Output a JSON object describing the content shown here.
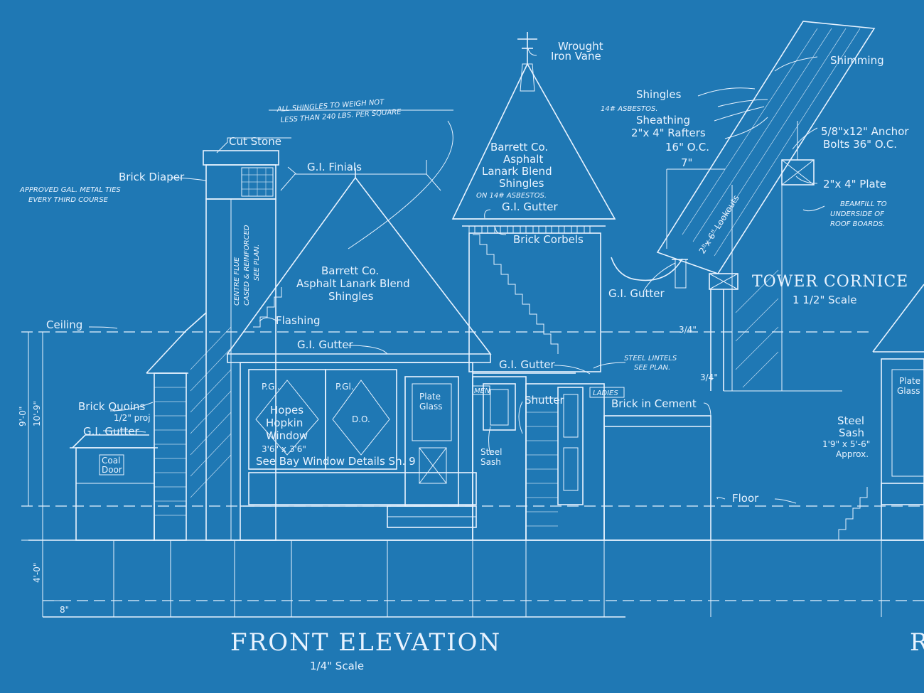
{
  "drawing": {
    "background_color": "#1f78b4",
    "line_color": "#e8f3ff",
    "title": "FRONT ELEVATION",
    "title_scale": "1/4\" Scale",
    "tower_cornice_title": "TOWER CORNICE",
    "tower_cornice_scale": "1 1/2\" Scale",
    "partial_title": "R"
  },
  "labels": {
    "wrought_iron_vane": [
      "Wrought",
      "Iron Vane"
    ],
    "shingle_note": [
      "ALL SHINGLES TO WEIGH NOT",
      "LESS THAN 240 LBS. PER SQUARE"
    ],
    "cut_stone": "Cut Stone",
    "brick_diaper": "Brick Diaper",
    "gal_metal_ties": [
      "APPROVED GAL. METAL TIES",
      "EVERY THIRD COURSE"
    ],
    "gi_finials": "G.I. Finials",
    "tower_shingles": [
      "Barrett Co.",
      "Asphalt",
      "Lanark Blend",
      "Shingles",
      "ON 14# ASBESTOS."
    ],
    "tower_gutter": "G.I. Gutter",
    "brick_corbels": "Brick Corbels",
    "flue_note": [
      "CENTRE FLUE",
      "CASED & REINFORCED",
      "SEE PLAN."
    ],
    "roof_shingles": [
      "Barrett Co.",
      "Asphalt Lanark Blend",
      "Shingles"
    ],
    "flashing": "Flashing",
    "ceiling": "Ceiling",
    "main_gutter": "G.I. Gutter",
    "porch_gutter": "G.I. Gutter",
    "brick_quoins": [
      "Brick Quoins",
      "1/2\" proj"
    ],
    "left_gutter": "G.I. Gutter",
    "coal_door": [
      "Coal",
      "Door"
    ],
    "window_left": [
      "P.Gl.",
      "Hopes",
      "Hopkin",
      "Window",
      "3'6\" x 3'6\""
    ],
    "window_right": [
      "P.Gl.",
      "D.O."
    ],
    "plate_glass": [
      "Plate",
      "Glass"
    ],
    "bay_window_note": "See Bay Window Details Sh. 9",
    "men_sign": "MEN",
    "ladies_sign": "LADIES",
    "shutter": "Shutter",
    "steel_sash_small": [
      "Steel",
      "Sash"
    ],
    "brick_in_cement": "Brick in Cement",
    "floor": "Floor",
    "dim_9_0": "9'-0\"",
    "dim_10_9": "10'-9\"",
    "dim_4_0": "4'-0\"",
    "dim_8": "8\"",
    "cornice_gutter": "G.I. Gutter",
    "shingles": "Shingles",
    "asbestos": "14# ASBESTOS.",
    "sheathing": "Sheathing",
    "rafters": [
      "2\"x 4\" Rafters",
      "16\" O.C."
    ],
    "dim_7": "7\"",
    "shimming": "Shimming",
    "anchor_bolts": [
      "5/8\"x12\" Anchor",
      "Bolts 36\" O.C."
    ],
    "plate": "2\"x 4\" Plate",
    "beamfill": [
      "BEAMFILL TO",
      "UNDERSIDE OF",
      "ROOF BOARDS."
    ],
    "lookouts": "2\"x 6\" Lookouts",
    "steel_lintels": [
      "STEEL LINTELS",
      "SEE PLAN."
    ],
    "dim_3_4a": "3/4\"",
    "dim_3_4b": "3/4\"",
    "right_plate_glass": [
      "Plate",
      "Glass"
    ],
    "right_steel_sash": [
      "Steel",
      "Sash",
      "1'9\" x 5'-6\"",
      "Approx."
    ]
  }
}
